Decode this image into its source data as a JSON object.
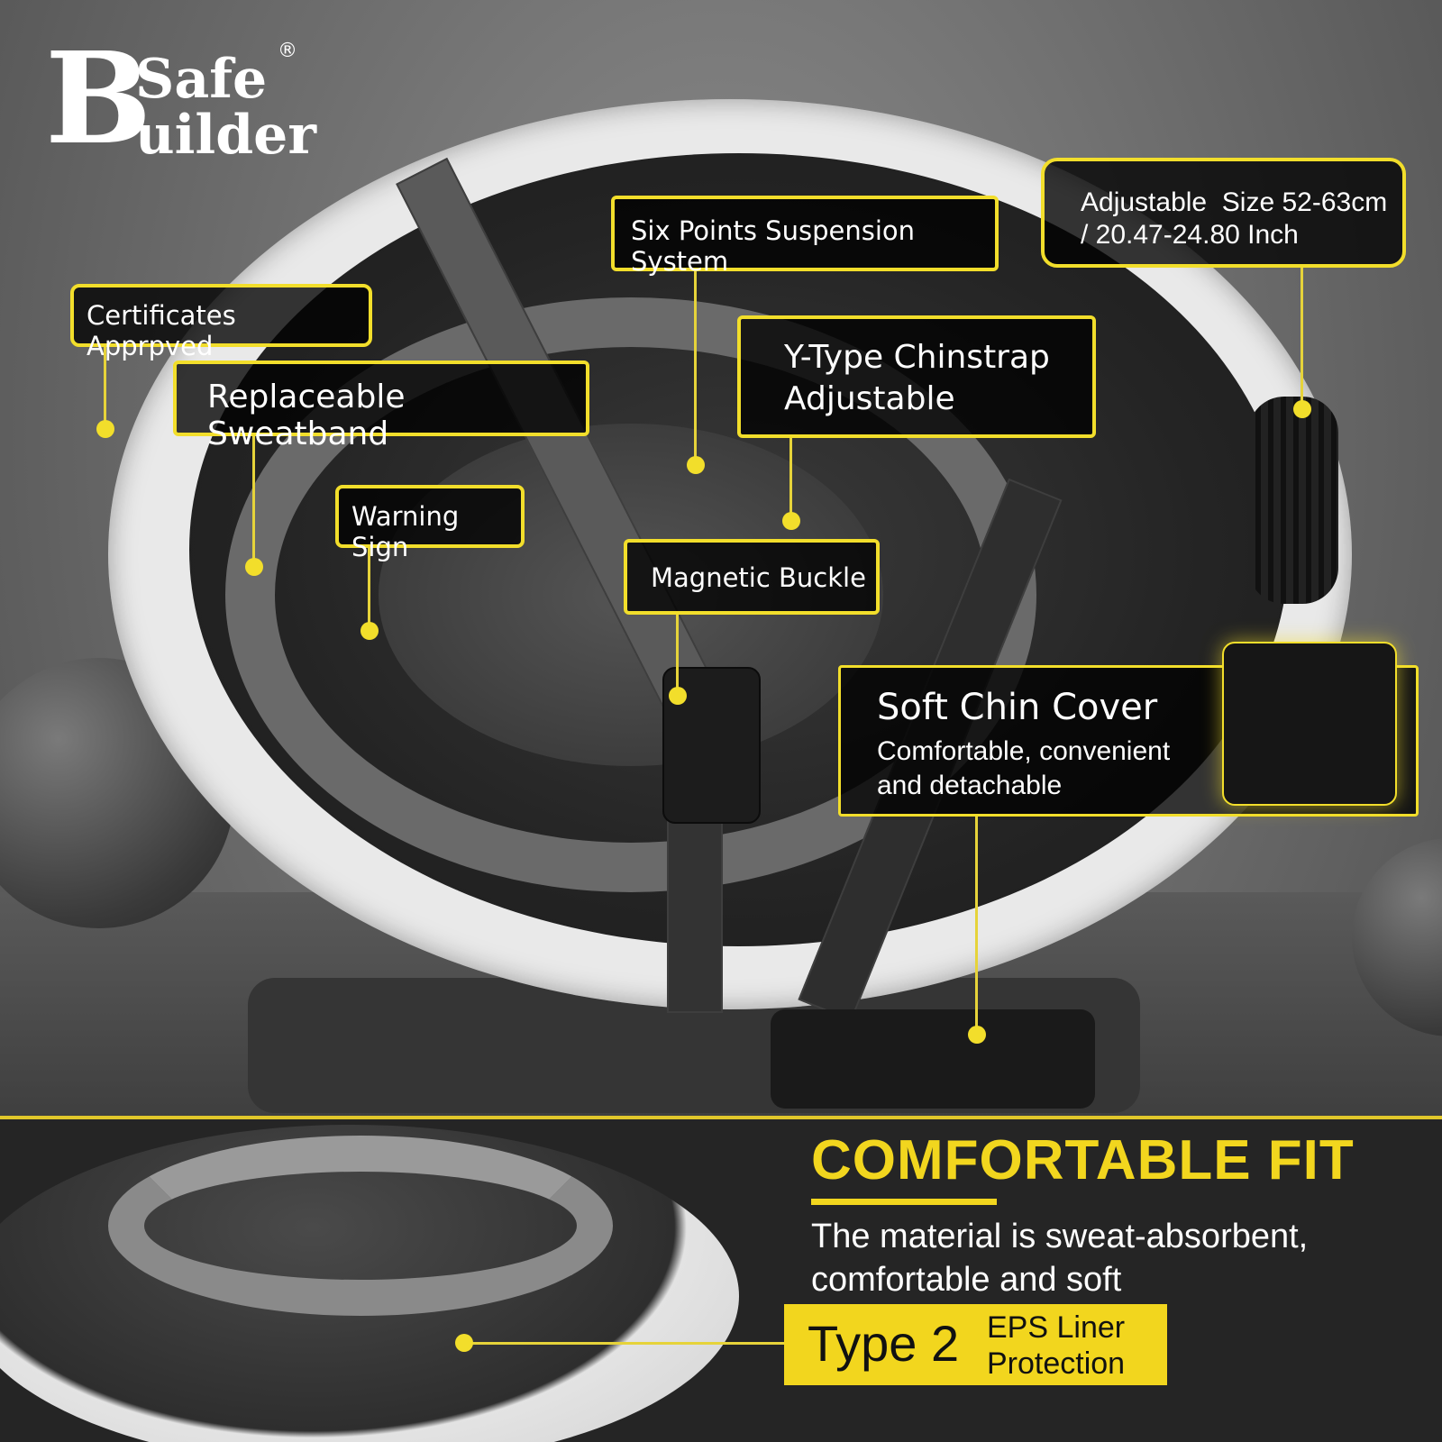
{
  "brand": {
    "initial": "B",
    "word1": "Safe",
    "word2": "uilder",
    "registered": "®"
  },
  "callouts": {
    "suspension": "Six Points Suspension System",
    "size_line1": "Adjustable  Size 52-63cm",
    "size_line2": "/ 20.47-24.80 Inch",
    "certificates": "Certificates Apprpved",
    "sweatband": "Replaceable Sweatband",
    "chinstrap_line1": "Y-Type Chinstrap",
    "chinstrap_line2": "Adjustable",
    "warning": "Warning Sign",
    "buckle": "Magnetic Buckle",
    "chin_cover_title": "Soft Chin Cover",
    "chin_cover_line1": "Comfortable, convenient",
    "chin_cover_line2": "and detachable"
  },
  "footer": {
    "headline": "COMFORTABLE FIT",
    "desc_line1": "The material is sweat-absorbent,",
    "desc_line2": "comfortable and soft",
    "type_label": "Type 2",
    "type_desc1": "EPS Liner",
    "type_desc2": "Protection"
  },
  "colors": {
    "accent": "#f2de2b",
    "headline": "#f2d61e",
    "callout_bg": "#000000"
  },
  "illustration": "hard-hat-interior"
}
